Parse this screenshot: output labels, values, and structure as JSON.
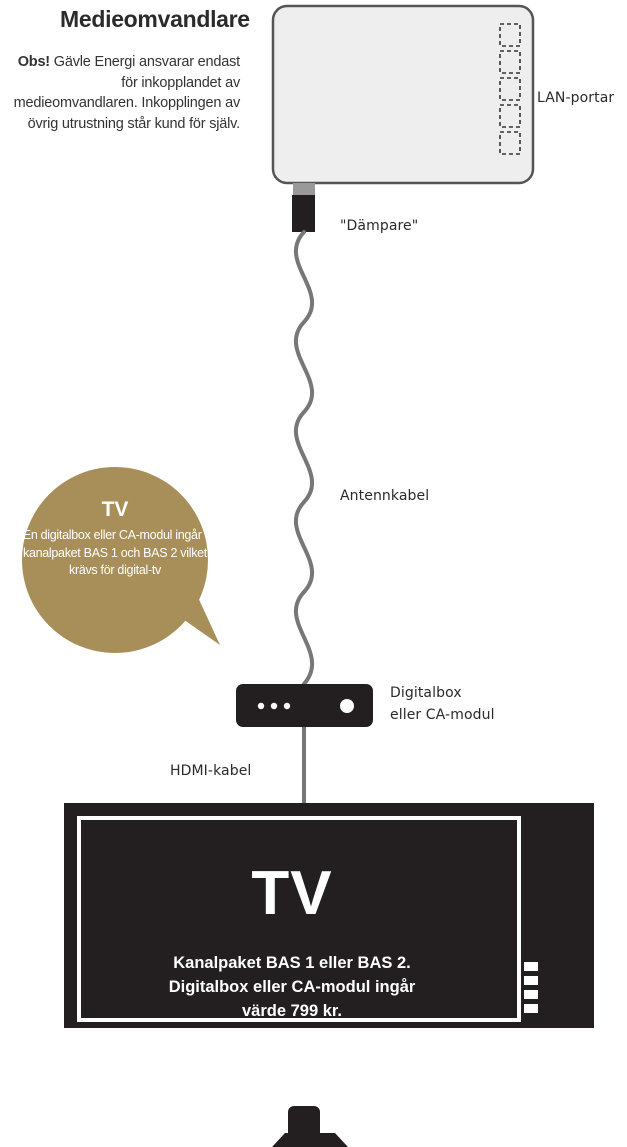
{
  "header": {
    "title": "Medieomvandlare",
    "note_strong": "Obs!",
    "note_text": " Gävle Energi ansvarar endast för inkopplandet av medieomvandlaren. Inkopplingen av övrig utrustning står kund för själv."
  },
  "labels": {
    "lan_ports": "LAN-portar",
    "dampare": "\"Dämpare\"",
    "antenn_cable": "Antennkabel",
    "digitalbox_line1": "Digitalbox",
    "digitalbox_line2": "eller CA-modul",
    "hdmi_cable": "HDMI-kabel"
  },
  "bubble": {
    "title": "TV",
    "text": "En digitalbox eller CA-modul ingår i kanalpaket BAS 1 och BAS 2 vilket krävs för digital-tv"
  },
  "tv": {
    "title": "TV",
    "line1": "Kanalpaket BAS 1 eller BAS 2.",
    "line2": "Digitalbox eller CA-modul ingår",
    "line3": "värde 799 kr."
  },
  "colors": {
    "bubble": "#a88f5a",
    "device": "#eeeeee",
    "cable": "#777777",
    "dark": "#231f20"
  }
}
